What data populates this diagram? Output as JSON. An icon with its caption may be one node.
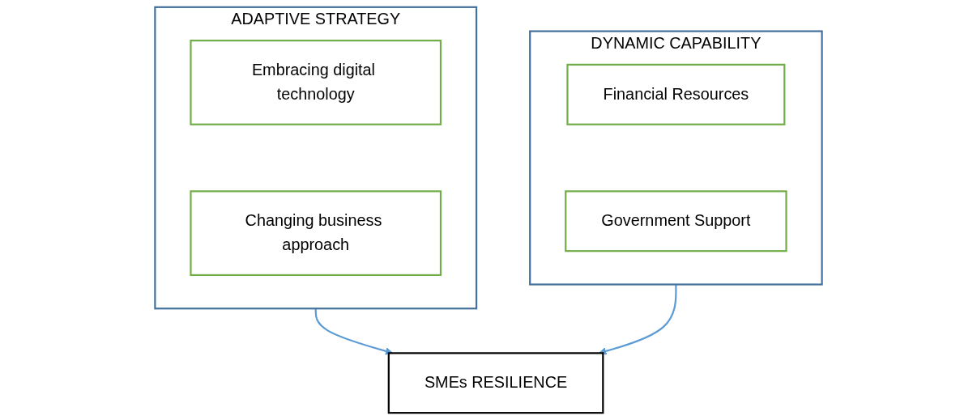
{
  "diagram": {
    "nodes": [
      {
        "text": [
          "ADAPTIVE STRATEGY"
        ]
      },
      {
        "text": [
          "Embracing digital technology"
        ],
        "in": 0
      },
      {
        "text": [
          "Changing business approach"
        ],
        "in": 0
      },
      {
        "text": [
          "DYNAMIC CAPABILITY"
        ]
      },
      {
        "text": [
          "Financial Resources"
        ],
        "in": 3
      },
      {
        "text": [
          "Government Support"
        ],
        "in": 3
      },
      {
        "text": [
          "SMEs RESILIENCE"
        ]
      }
    ],
    "edges": [
      {
        "from": 0,
        "to": 6,
        "arrow": "to"
      },
      {
        "from": 3,
        "to": 6,
        "arrow": "to"
      }
    ]
  }
}
